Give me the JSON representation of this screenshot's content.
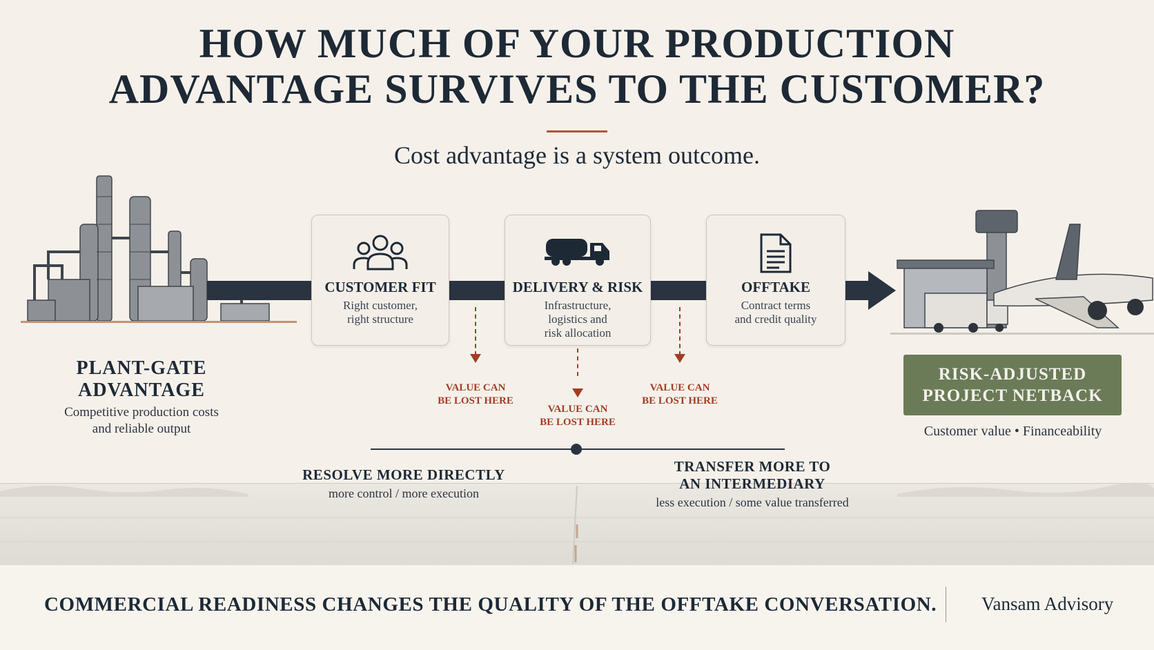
{
  "title": {
    "line1": "HOW MUCH OF YOUR PRODUCTION",
    "line2": "ADVANTAGE SURVIVES TO THE CUSTOMER?"
  },
  "subtitle": "Cost advantage is a system outcome.",
  "origin": {
    "title_line1": "PLANT-GATE",
    "title_line2": "ADVANTAGE",
    "desc_line1": "Competitive production costs",
    "desc_line2": "and reliable output"
  },
  "stages": [
    {
      "icon": "people-icon",
      "title": "CUSTOMER FIT",
      "desc_line1": "Right customer,",
      "desc_line2": "right structure",
      "desc_line3": ""
    },
    {
      "icon": "truck-icon",
      "title": "DELIVERY & RISK",
      "desc_line1": "Infrastructure,",
      "desc_line2": "logistics and",
      "desc_line3": "risk allocation"
    },
    {
      "icon": "document-icon",
      "title": "OFFTAKE",
      "desc_line1": "Contract terms",
      "desc_line2": "and credit quality",
      "desc_line3": ""
    }
  ],
  "loss_points": [
    {
      "line1": "VALUE CAN",
      "line2": "BE LOST HERE"
    },
    {
      "line1": "VALUE CAN",
      "line2": "BE LOST HERE"
    },
    {
      "line1": "VALUE CAN",
      "line2": "BE LOST HERE"
    }
  ],
  "destination": {
    "title_line1": "RISK-ADJUSTED",
    "title_line2": "PROJECT NETBACK",
    "subtitle": "Customer value • Financeability"
  },
  "options": {
    "left": {
      "title": "RESOLVE MORE DIRECTLY",
      "desc": "more control / more execution"
    },
    "right": {
      "title_line1": "TRANSFER MORE TO",
      "title_line2": "AN INTERMEDIARY",
      "desc": "less execution / some value transferred"
    }
  },
  "footer": {
    "tagline": "COMMERCIAL READINESS CHANGES THE QUALITY OF THE OFFTAKE CONVERSATION.",
    "brand": "Vansam Advisory"
  },
  "colors": {
    "navy": "#1e2936",
    "accent_red": "#a23d25",
    "netback_green": "#6b7b58",
    "background": "#f5f1ea"
  }
}
